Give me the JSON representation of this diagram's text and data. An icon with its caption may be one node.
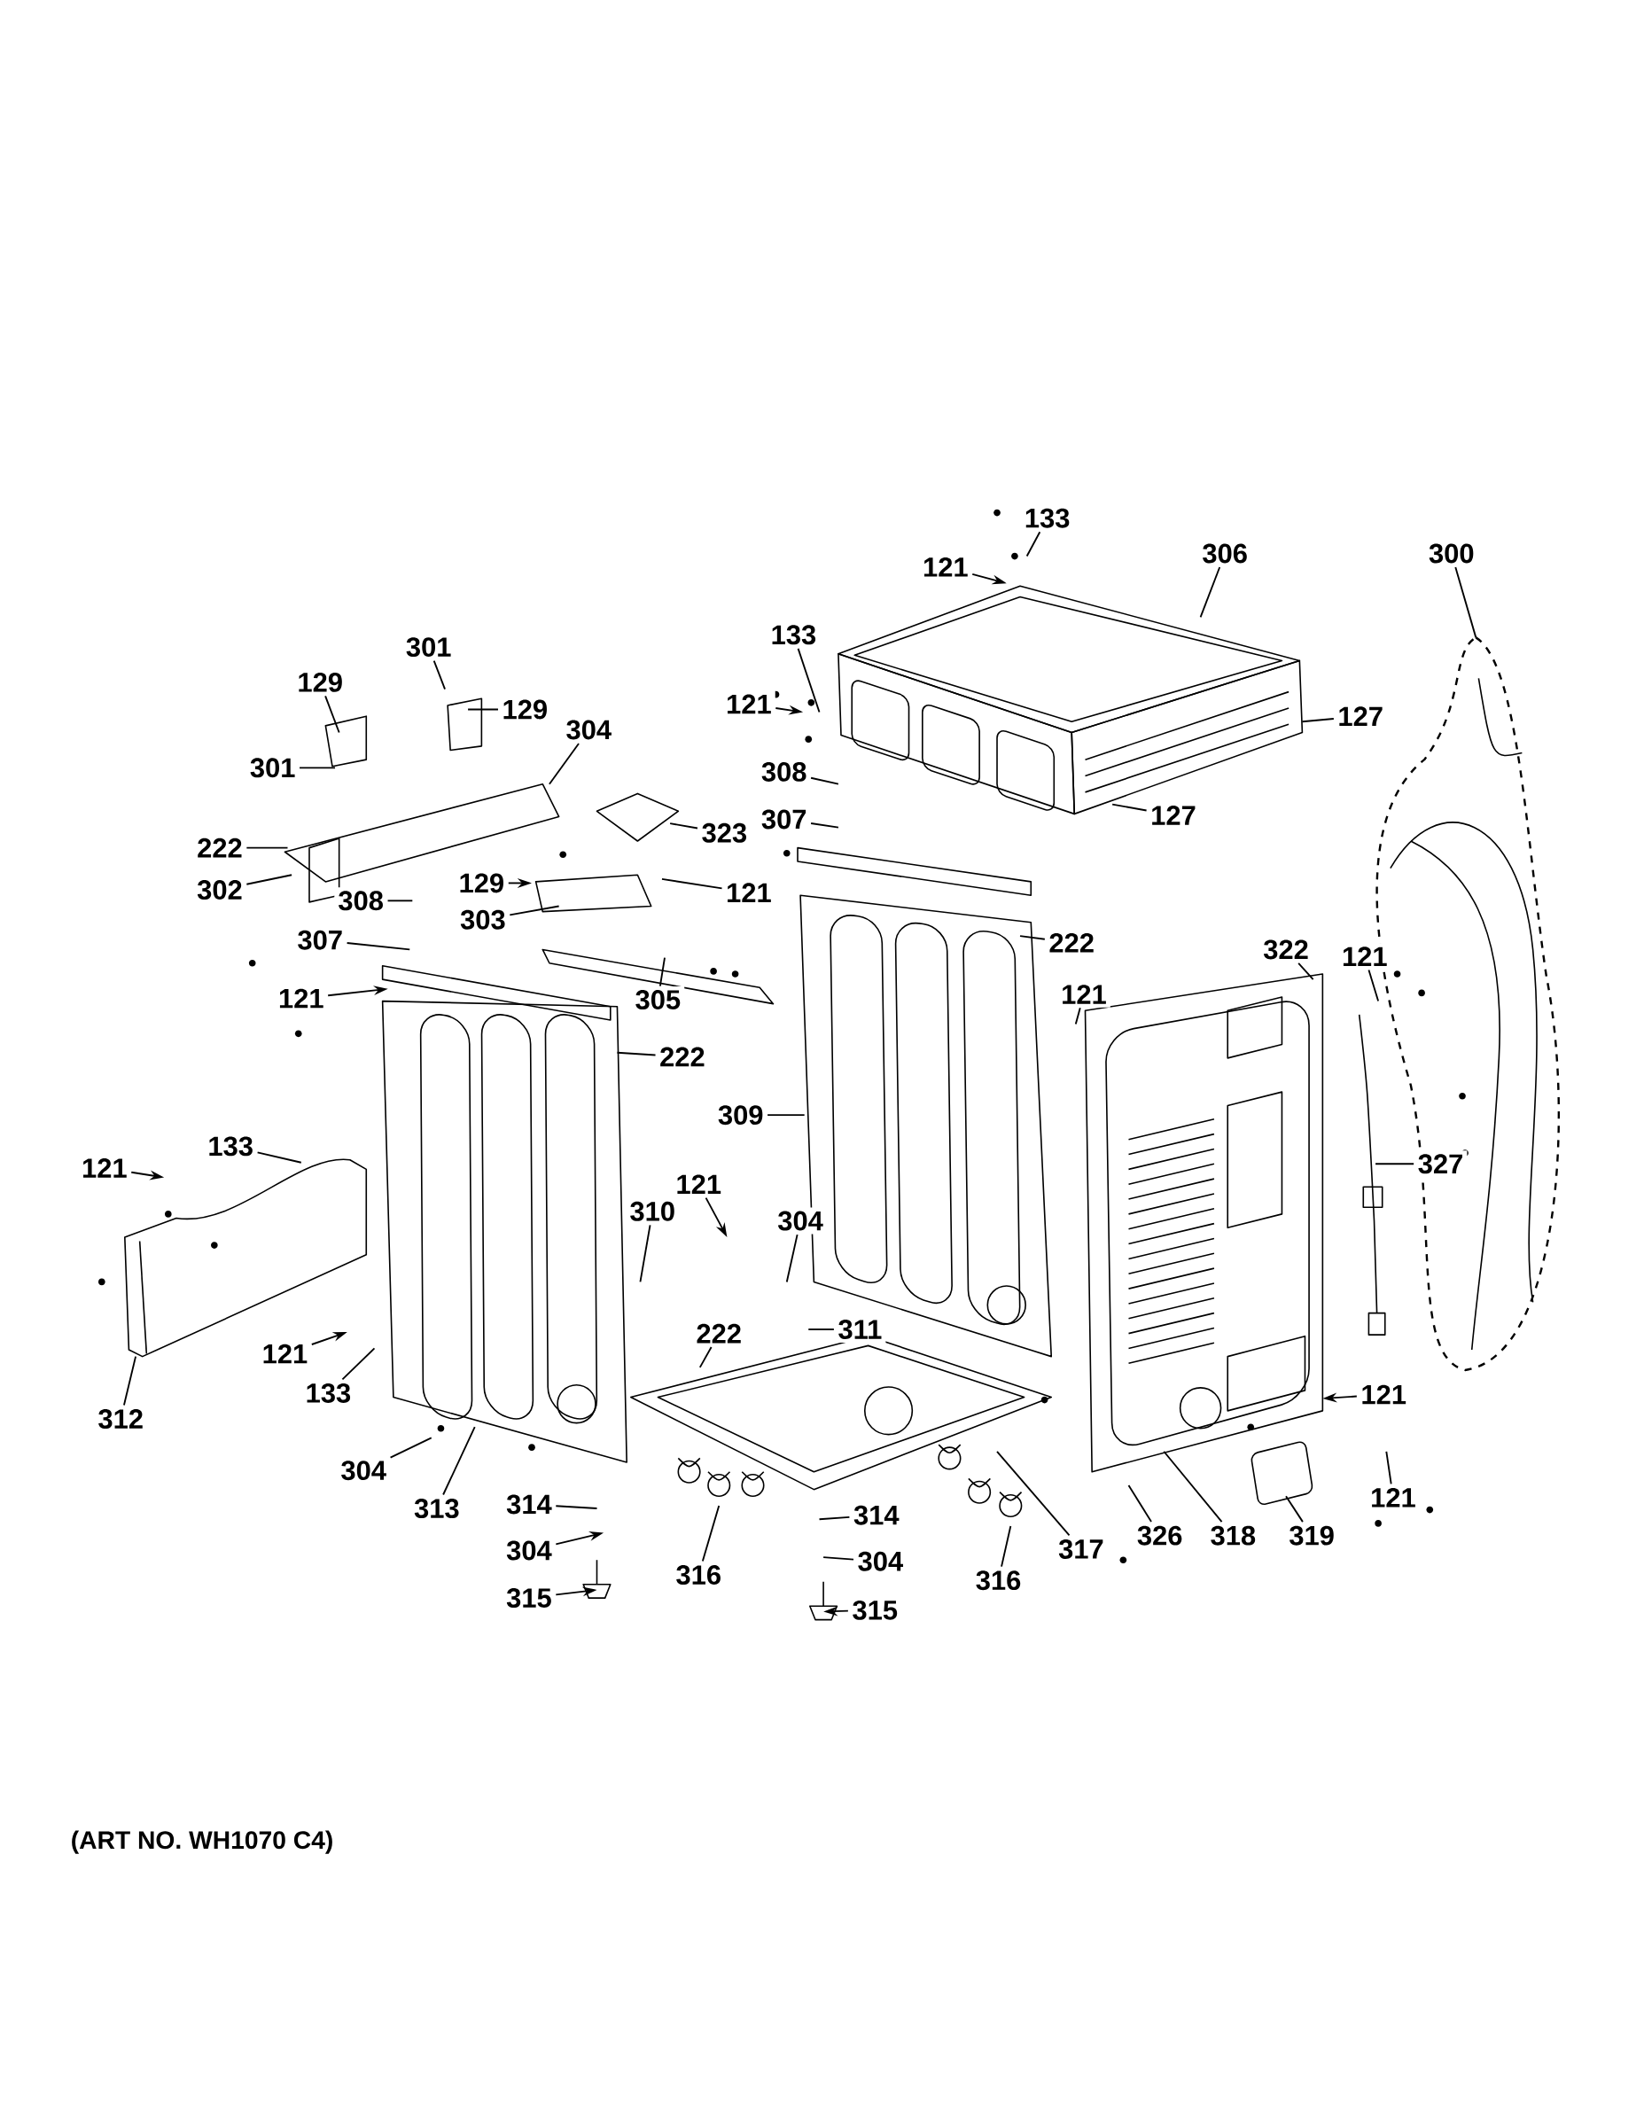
{
  "diagram": {
    "nodes": [
      {
        "text": [
          "133"
        ]
      },
      {
        "text": [
          "121"
        ]
      },
      {
        "text": [
          "306"
        ]
      },
      {
        "text": [
          "300"
        ]
      },
      {
        "text": [
          "133"
        ]
      },
      {
        "text": [
          "301"
        ]
      },
      {
        "text": [
          "129"
        ]
      },
      {
        "text": [
          "129"
        ]
      },
      {
        "text": [
          "121"
        ]
      },
      {
        "text": [
          "127"
        ]
      },
      {
        "text": [
          "304"
        ]
      },
      {
        "text": [
          "301"
        ]
      },
      {
        "text": [
          "308"
        ]
      },
      {
        "text": [
          "307"
        ]
      },
      {
        "text": [
          "127"
        ]
      },
      {
        "text": [
          "222"
        ]
      },
      {
        "text": [
          "323"
        ]
      },
      {
        "text": [
          "302"
        ]
      },
      {
        "text": [
          "129"
        ]
      },
      {
        "text": [
          "121"
        ]
      },
      {
        "text": [
          "308"
        ]
      },
      {
        "text": [
          "303"
        ]
      },
      {
        "text": [
          "307"
        ]
      },
      {
        "text": [
          "222"
        ]
      },
      {
        "text": [
          "305"
        ]
      },
      {
        "text": [
          "121"
        ]
      },
      {
        "text": [
          "322"
        ]
      },
      {
        "text": [
          "121"
        ]
      },
      {
        "text": [
          "121"
        ]
      },
      {
        "text": [
          "222"
        ]
      },
      {
        "text": [
          "309"
        ]
      },
      {
        "text": [
          "327"
        ]
      },
      {
        "text": [
          "121"
        ]
      },
      {
        "text": [
          "133"
        ]
      },
      {
        "text": [
          "121"
        ]
      },
      {
        "text": [
          "310"
        ]
      },
      {
        "text": [
          "304"
        ]
      },
      {
        "text": [
          "222"
        ]
      },
      {
        "text": [
          "311"
        ]
      },
      {
        "text": [
          "121"
        ]
      },
      {
        "text": [
          "133"
        ]
      },
      {
        "text": [
          "312"
        ]
      },
      {
        "text": [
          "121"
        ]
      },
      {
        "text": [
          "304"
        ]
      },
      {
        "text": [
          "313"
        ]
      },
      {
        "text": [
          "121"
        ]
      },
      {
        "text": [
          "314"
        ]
      },
      {
        "text": [
          "314"
        ]
      },
      {
        "text": [
          "317"
        ]
      },
      {
        "text": [
          "326"
        ]
      },
      {
        "text": [
          "318"
        ]
      },
      {
        "text": [
          "319"
        ]
      },
      {
        "text": [
          "304"
        ]
      },
      {
        "text": [
          "316"
        ]
      },
      {
        "text": [
          "304"
        ]
      },
      {
        "text": [
          "316"
        ]
      },
      {
        "text": [
          "315"
        ]
      },
      {
        "text": [
          "315"
        ]
      }
    ],
    "edges": [
      {
        "from": 0,
        "to": null,
        "arrow": "none"
      },
      {
        "from": 1,
        "to": null,
        "arrow": "to"
      },
      {
        "from": 2,
        "to": null,
        "arrow": "none"
      },
      {
        "from": 3,
        "to": null,
        "arrow": "none"
      },
      {
        "from": 4,
        "to": null,
        "arrow": "none"
      },
      {
        "from": 5,
        "to": null,
        "arrow": "none"
      },
      {
        "from": 6,
        "to": null,
        "arrow": "none"
      },
      {
        "from": 7,
        "to": null,
        "arrow": "none"
      },
      {
        "from": 8,
        "to": null,
        "arrow": "to"
      },
      {
        "from": 9,
        "to": null,
        "arrow": "none"
      },
      {
        "from": 10,
        "to": null,
        "arrow": "none"
      },
      {
        "from": 11,
        "to": null,
        "arrow": "none"
      },
      {
        "from": 12,
        "to": null,
        "arrow": "none"
      },
      {
        "from": 13,
        "to": null,
        "arrow": "none"
      },
      {
        "from": 14,
        "to": null,
        "arrow": "none"
      },
      {
        "from": 15,
        "to": null,
        "arrow": "none"
      },
      {
        "from": 16,
        "to": null,
        "arrow": "none"
      },
      {
        "from": 17,
        "to": null,
        "arrow": "none"
      },
      {
        "from": 18,
        "to": null,
        "arrow": "to"
      },
      {
        "from": 19,
        "to": null,
        "arrow": "none"
      },
      {
        "from": 20,
        "to": null,
        "arrow": "none"
      },
      {
        "from": 21,
        "to": null,
        "arrow": "none"
      },
      {
        "from": 22,
        "to": null,
        "arrow": "none"
      },
      {
        "from": 23,
        "to": null,
        "arrow": "none"
      },
      {
        "from": 24,
        "to": null,
        "arrow": "none"
      },
      {
        "from": 25,
        "to": null,
        "arrow": "to"
      },
      {
        "from": 26,
        "to": null,
        "arrow": "none"
      },
      {
        "from": 27,
        "to": null,
        "arrow": "none"
      },
      {
        "from": 28,
        "to": null,
        "arrow": "none"
      },
      {
        "from": 29,
        "to": null,
        "arrow": "none"
      },
      {
        "from": 30,
        "to": null,
        "arrow": "none"
      },
      {
        "from": 31,
        "to": null,
        "arrow": "none"
      },
      {
        "from": 32,
        "to": null,
        "arrow": "to"
      },
      {
        "from": 33,
        "to": null,
        "arrow": "none"
      },
      {
        "from": 34,
        "to": null,
        "arrow": "to"
      },
      {
        "from": 35,
        "to": null,
        "arrow": "none"
      },
      {
        "from": 36,
        "to": null,
        "arrow": "none"
      },
      {
        "from": 37,
        "to": null,
        "arrow": "none"
      },
      {
        "from": 38,
        "to": null,
        "arrow": "none"
      },
      {
        "from": 39,
        "to": null,
        "arrow": "to"
      },
      {
        "from": 40,
        "to": null,
        "arrow": "none"
      },
      {
        "from": 41,
        "to": null,
        "arrow": "none"
      },
      {
        "from": 42,
        "to": null,
        "arrow": "to"
      },
      {
        "from": 43,
        "to": null,
        "arrow": "none"
      },
      {
        "from": 44,
        "to": null,
        "arrow": "none"
      },
      {
        "from": 45,
        "to": null,
        "arrow": "none"
      },
      {
        "from": 46,
        "to": null,
        "arrow": "none"
      },
      {
        "from": 47,
        "to": null,
        "arrow": "none"
      },
      {
        "from": 48,
        "to": null,
        "arrow": "none"
      },
      {
        "from": 49,
        "to": null,
        "arrow": "none"
      },
      {
        "from": 50,
        "to": null,
        "arrow": "none"
      },
      {
        "from": 51,
        "to": null,
        "arrow": "none"
      },
      {
        "from": 52,
        "to": null,
        "arrow": "to"
      },
      {
        "from": 53,
        "to": null,
        "arrow": "none"
      },
      {
        "from": 54,
        "to": null,
        "arrow": "none"
      },
      {
        "from": 55,
        "to": null,
        "arrow": "none"
      },
      {
        "from": 56,
        "to": null,
        "arrow": "to"
      },
      {
        "from": 57,
        "to": null,
        "arrow": "to"
      }
    ],
    "labels": [
      "(ART NO. WH1070 C4)"
    ]
  }
}
